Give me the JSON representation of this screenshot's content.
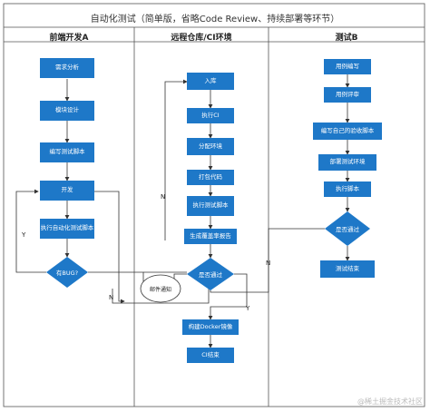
{
  "title": "自动化测试（简单版，省略Code Review、持续部署等环节）",
  "lanes": [
    {
      "label": "前端开发A"
    },
    {
      "label": "远程仓库/CI环境"
    },
    {
      "label": "测试B"
    }
  ],
  "nodes": {
    "req": "需求分析",
    "module": "模块设计",
    "write_test": "编写测试脚本",
    "dev": "开发",
    "run_auto": "执行自动化测试脚本",
    "has_bug": "有BUG?",
    "mail": "邮件通知",
    "in_repo": "入库",
    "run_ci": "执行CI",
    "env": "分配环境",
    "pack": "打包代码",
    "run_test_ci": "执行测试脚本",
    "coverage": "生成覆盖率报告",
    "pass_ci": "是否通过",
    "docker": "构建Docker镜像",
    "ci_end": "CI结束",
    "case_write": "用例编写",
    "case_review": "用例评审",
    "write_accept": "编写自己的验收脚本",
    "deploy_env": "部署测试环境",
    "run_script": "执行脚本",
    "pass_b": "是否通过",
    "test_end": "测试结束"
  },
  "edge_labels": {
    "y1": "Y",
    "n1": "N",
    "n2": "N",
    "n3": "N",
    "y2": "Y"
  },
  "watermark": "@稀土掘金技术社区",
  "colors": {
    "node": "#1e78c8",
    "line": "#333333",
    "border": "#555555"
  }
}
